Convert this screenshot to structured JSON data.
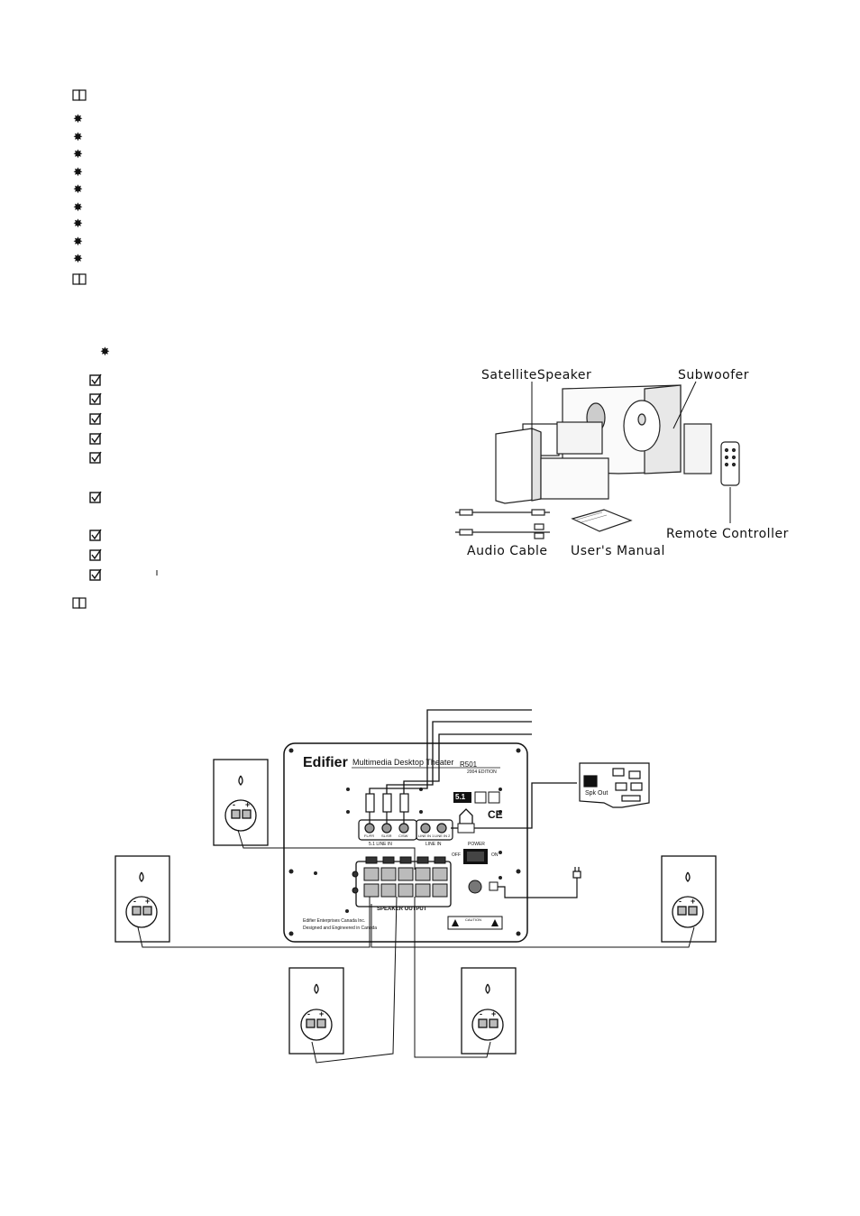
{
  "package_labels": {
    "satellite": "SatelliteSpeaker",
    "subwoofer": "Subwoofer",
    "remote": "Remote Controller",
    "cable": "Audio Cable",
    "manual": "User's Manual"
  },
  "device_panel": {
    "brand": "Edifier",
    "product_line": "Multimedia Desktop Theater",
    "model": "R501",
    "edition": "2004 EDITION",
    "channel_badge": "5.1",
    "ce_mark": "CE",
    "input_51_label": "5.1 LINE IN",
    "input_51_jacks": [
      "FL/FR",
      "SL/SR",
      "C/SW"
    ],
    "line_in_label": "LINE IN",
    "line_in_jacks": [
      "LINE IN 1",
      "LINE IN 2"
    ],
    "power_label": "POWER",
    "power_off": "OFF",
    "power_on": "ON",
    "speaker_output_label": "SPEAKER OUTPUT",
    "footer_line1": "Edifier Enterprises Canada Inc.",
    "footer_line2": "Designed and Engineered in Canada",
    "caution": "CAUTION"
  },
  "sound_card": {
    "port_label": "Spk Out"
  }
}
